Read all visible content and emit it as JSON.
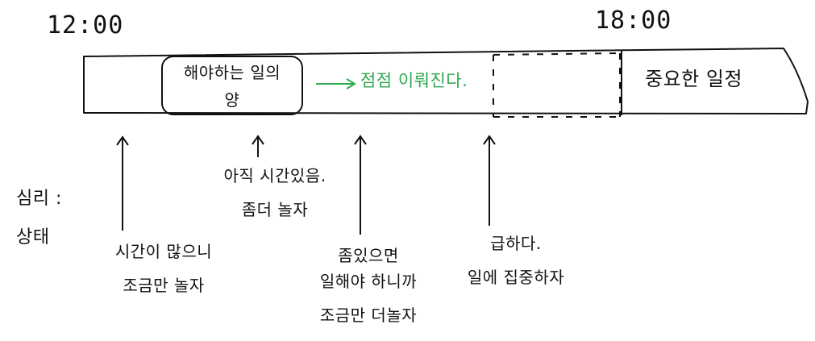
{
  "times": {
    "start": "12:00",
    "end": "18:00"
  },
  "bar": {
    "task_box_lines": [
      "해야하는 일의",
      "양"
    ],
    "progress_text": "점점 이뤄진다.",
    "important": "중요한 일정"
  },
  "state_label": {
    "lines": [
      "심리 :",
      "상태"
    ]
  },
  "notes": [
    {
      "lines": [
        "시간이 많으니",
        "조금만 놀자"
      ]
    },
    {
      "lines": [
        "아직 시간있음.",
        "좀더 놀자"
      ]
    },
    {
      "lines": [
        "좀있으면",
        "일해야 하니까",
        "조금만 더놀자"
      ]
    },
    {
      "lines": [
        "급하다.",
        "일에 집중하자"
      ]
    }
  ],
  "colors": {
    "ink": "#111111",
    "accent": "#2fa84f"
  }
}
